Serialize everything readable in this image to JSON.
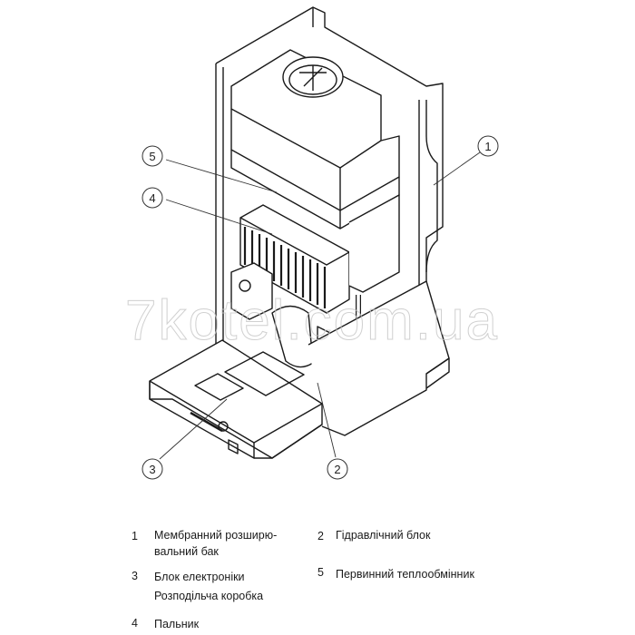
{
  "diagram": {
    "subject": "Gas boiler internal components (exploded isometric line drawing)",
    "watermark": "7kotel.com.ua",
    "callouts": [
      {
        "num": "1",
        "label": "Мембранний розширювальний бак"
      },
      {
        "num": "2",
        "label": "Гідравлічний блок"
      },
      {
        "num": "3",
        "label": "Блок електроніки / Розподільча коробка"
      },
      {
        "num": "4",
        "label": "Пальник"
      },
      {
        "num": "5",
        "label": "Первинний теплообмінник"
      }
    ]
  },
  "legend": {
    "items": [
      {
        "num": "1",
        "line1": "Мембранний розширю-",
        "line2": "вальний бак"
      },
      {
        "num": "2",
        "line1": "Гідравлічний блок"
      },
      {
        "num": "3",
        "line1": "Блок електроніки",
        "line2": "Розподільча коробка"
      },
      {
        "num": "5",
        "line1": "Первинний теплообмінник"
      },
      {
        "num": "4",
        "line1": "Пальник"
      }
    ]
  }
}
